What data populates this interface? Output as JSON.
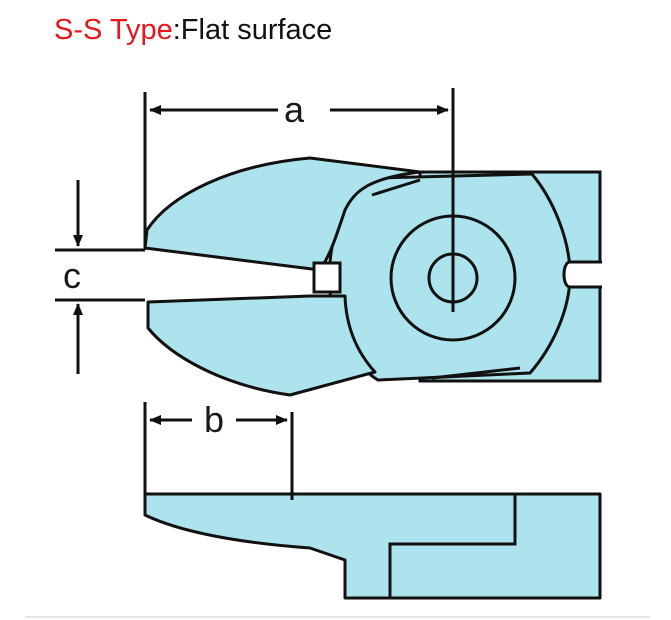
{
  "title": {
    "type_label": "S-S Type",
    "description": ":Flat surface"
  },
  "colors": {
    "title_red": "#e8161d",
    "fill": "#ade3ec",
    "line": "#111111"
  },
  "dimensions": {
    "a": "a",
    "b": "b",
    "c": "c"
  }
}
